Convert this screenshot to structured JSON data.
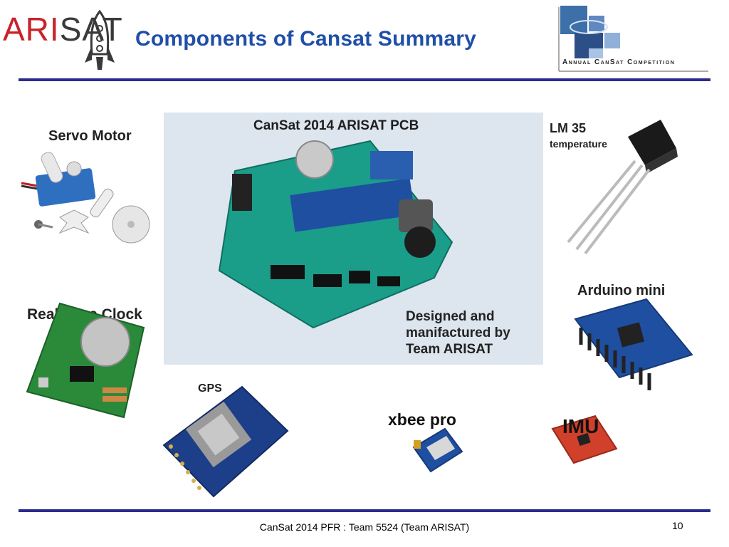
{
  "header": {
    "logo_part1": "ARI",
    "logo_part2": "SAT",
    "title": "Components of Cansat Summary",
    "competition_logo_text": "Annual CanSat Competition"
  },
  "components": {
    "servo": "Servo Motor",
    "pcb_title": "CanSat 2014 ARISAT PCB",
    "pcb_note": [
      "Designed and",
      "manifactured by",
      "Team ARISAT"
    ],
    "lm35": "LM 35",
    "lm35_sub": "temperature",
    "rtc": "Real Time Clock",
    "arduino": "Arduino mini",
    "gps": "GPS",
    "xbee": "xbee pro",
    "imu": "IMU"
  },
  "footer": {
    "text": "CanSat 2014 PFR :  Team 5524 (Team ARISAT)",
    "page": "10"
  },
  "colors": {
    "title": "#1f4fa8",
    "rule": "#2c2c8e",
    "logo_red": "#c8232c",
    "pcb_green": "#1a9e8a",
    "arduino_blue": "#1f4fa0"
  }
}
